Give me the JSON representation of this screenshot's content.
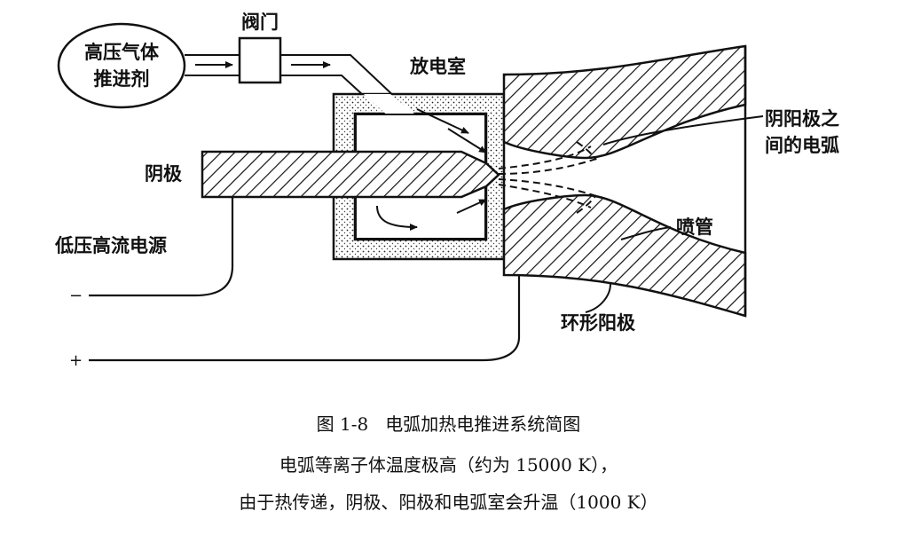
{
  "labels": {
    "propellant_line1": "高压气体",
    "propellant_line2": "推进剂",
    "valve": "阀门",
    "chamber": "放电室",
    "arc_line1": "阴阳极之",
    "arc_line2": "间的电弧",
    "cathode": "阴极",
    "nozzle": "喷管",
    "power": "低压高流电源",
    "anode": "环形阳极",
    "minus": "−",
    "plus": "+"
  },
  "caption": {
    "line1": "图 1-8   电弧加热电推进系统简图",
    "line2": "电弧等离子体温度极高（约为 15000 K），",
    "line3": "由于热传递，阴极、阳极和电弧室会升温（1000 K）"
  }
}
